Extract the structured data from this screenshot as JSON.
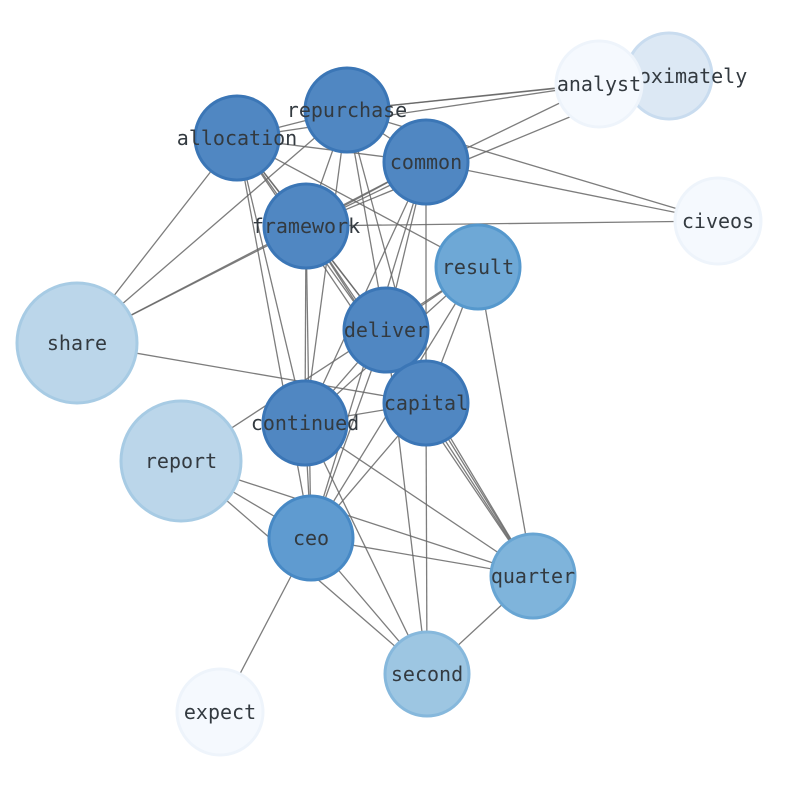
{
  "graph": {
    "nodes": [
      {
        "id": "approximately",
        "label": "approximately",
        "fill": "#dce8f4",
        "stroke": "#c9dcef"
      },
      {
        "id": "analyst",
        "label": "analyst",
        "fill": "#f5f9fe",
        "stroke": "#eef4fb"
      },
      {
        "id": "civeos",
        "label": "civeos",
        "fill": "#f5f9fe",
        "stroke": "#eef4fb"
      },
      {
        "id": "expect",
        "label": "expect",
        "fill": "#f5f9fe",
        "stroke": "#eef4fb"
      },
      {
        "id": "share",
        "label": "share",
        "fill": "#bbd6ea",
        "stroke": "#a7cbe4"
      },
      {
        "id": "report",
        "label": "report",
        "fill": "#bbd6ea",
        "stroke": "#a7cbe4"
      },
      {
        "id": "second",
        "label": "second",
        "fill": "#9dc6e2",
        "stroke": "#86b8dc"
      },
      {
        "id": "quarter",
        "label": "quarter",
        "fill": "#7fb4db",
        "stroke": "#68a5d3"
      },
      {
        "id": "result",
        "label": "result",
        "fill": "#6ea8d6",
        "stroke": "#5598cd"
      },
      {
        "id": "ceo",
        "label": "ceo",
        "fill": "#5f9bd0",
        "stroke": "#4789c5"
      },
      {
        "id": "repurchase",
        "label": "repurchase",
        "fill": "#5087c2",
        "stroke": "#3b76b6"
      },
      {
        "id": "allocation",
        "label": "allocation",
        "fill": "#5087c2",
        "stroke": "#3b76b6"
      },
      {
        "id": "common",
        "label": "common",
        "fill": "#5087c2",
        "stroke": "#3b76b6"
      },
      {
        "id": "framework",
        "label": "framework",
        "fill": "#5087c2",
        "stroke": "#3b76b6"
      },
      {
        "id": "deliver",
        "label": "deliver",
        "fill": "#5087c2",
        "stroke": "#3b76b6"
      },
      {
        "id": "capital",
        "label": "capital",
        "fill": "#5087c2",
        "stroke": "#3b76b6"
      },
      {
        "id": "continued",
        "label": "continued",
        "fill": "#5087c2",
        "stroke": "#3b76b6"
      }
    ],
    "edges": [
      [
        "repurchase",
        "analyst"
      ],
      [
        "repurchase",
        "approximately"
      ],
      [
        "repurchase",
        "allocation"
      ],
      [
        "repurchase",
        "common"
      ],
      [
        "repurchase",
        "framework"
      ],
      [
        "repurchase",
        "deliver"
      ],
      [
        "repurchase",
        "capital"
      ],
      [
        "repurchase",
        "continued"
      ],
      [
        "repurchase",
        "civeos"
      ],
      [
        "repurchase",
        "share"
      ],
      [
        "allocation",
        "analyst"
      ],
      [
        "allocation",
        "common"
      ],
      [
        "allocation",
        "framework"
      ],
      [
        "allocation",
        "deliver"
      ],
      [
        "allocation",
        "capital"
      ],
      [
        "allocation",
        "continued"
      ],
      [
        "allocation",
        "ceo"
      ],
      [
        "allocation",
        "quarter"
      ],
      [
        "allocation",
        "share"
      ],
      [
        "allocation",
        "result"
      ],
      [
        "common",
        "framework"
      ],
      [
        "common",
        "deliver"
      ],
      [
        "common",
        "capital"
      ],
      [
        "common",
        "continued"
      ],
      [
        "common",
        "ceo"
      ],
      [
        "common",
        "civeos"
      ],
      [
        "common",
        "share"
      ],
      [
        "framework",
        "deliver"
      ],
      [
        "framework",
        "capital"
      ],
      [
        "framework",
        "continued"
      ],
      [
        "framework",
        "ceo"
      ],
      [
        "framework",
        "quarter"
      ],
      [
        "framework",
        "share"
      ],
      [
        "framework",
        "civeos"
      ],
      [
        "framework",
        "analyst"
      ],
      [
        "framework",
        "approximately"
      ],
      [
        "deliver",
        "capital"
      ],
      [
        "deliver",
        "continued"
      ],
      [
        "deliver",
        "ceo"
      ],
      [
        "deliver",
        "result"
      ],
      [
        "deliver",
        "second"
      ],
      [
        "deliver",
        "quarter"
      ],
      [
        "capital",
        "continued"
      ],
      [
        "capital",
        "ceo"
      ],
      [
        "capital",
        "result"
      ],
      [
        "capital",
        "second"
      ],
      [
        "capital",
        "quarter"
      ],
      [
        "capital",
        "share"
      ],
      [
        "result",
        "continued"
      ],
      [
        "result",
        "ceo"
      ],
      [
        "result",
        "quarter"
      ],
      [
        "result",
        "report"
      ],
      [
        "continued",
        "ceo"
      ],
      [
        "continued",
        "second"
      ],
      [
        "continued",
        "quarter"
      ],
      [
        "ceo",
        "quarter"
      ],
      [
        "ceo",
        "second"
      ],
      [
        "ceo",
        "expect"
      ],
      [
        "report",
        "ceo"
      ],
      [
        "report",
        "second"
      ],
      [
        "report",
        "quarter"
      ],
      [
        "quarter",
        "second"
      ]
    ]
  }
}
